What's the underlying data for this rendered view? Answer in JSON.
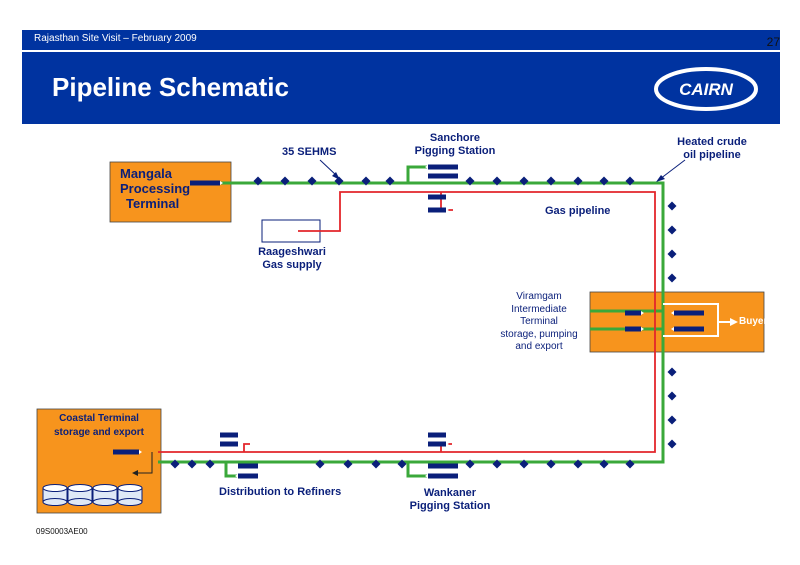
{
  "header": {
    "subtitle": "Rajasthan Site Visit – February 2009",
    "page_number": "27",
    "title": "Pipeline Schematic",
    "logo_text": "CAIRN"
  },
  "labels": {
    "sehms": "35 SEHMS",
    "sanchore_1": "Sanchore",
    "sanchore_2": "Pigging Station",
    "heated_1": "Heated crude",
    "heated_2": "oil pipeline",
    "gas_pipeline": "Gas pipeline",
    "raageshwari_1": "Raageshwari",
    "raageshwari_2": "Gas supply",
    "viramgam_1": "Viramgam",
    "viramgam_2": "Intermediate",
    "viramgam_3": "Terminal",
    "viramgam_4": "storage, pumping",
    "viramgam_5": "and export",
    "buyer": "Buyer",
    "mangala_1": "Mangala",
    "mangala_2": "Processing",
    "mangala_3": "Terminal",
    "coastal_1": "Coastal Terminal",
    "coastal_2": "storage and export",
    "distribution": "Distribution to Refiners",
    "wankaner_1": "Wankaner",
    "wankaner_2": "Pigging Station"
  },
  "footer": {
    "code": "09S0003AE00"
  },
  "colors": {
    "brand_blue": "#0033a0",
    "navy": "#0a1f7a",
    "orange": "#f7941d",
    "crude_green": "#3aa83a",
    "gas_red": "#e3262b",
    "marker": "#0a1f7a"
  }
}
